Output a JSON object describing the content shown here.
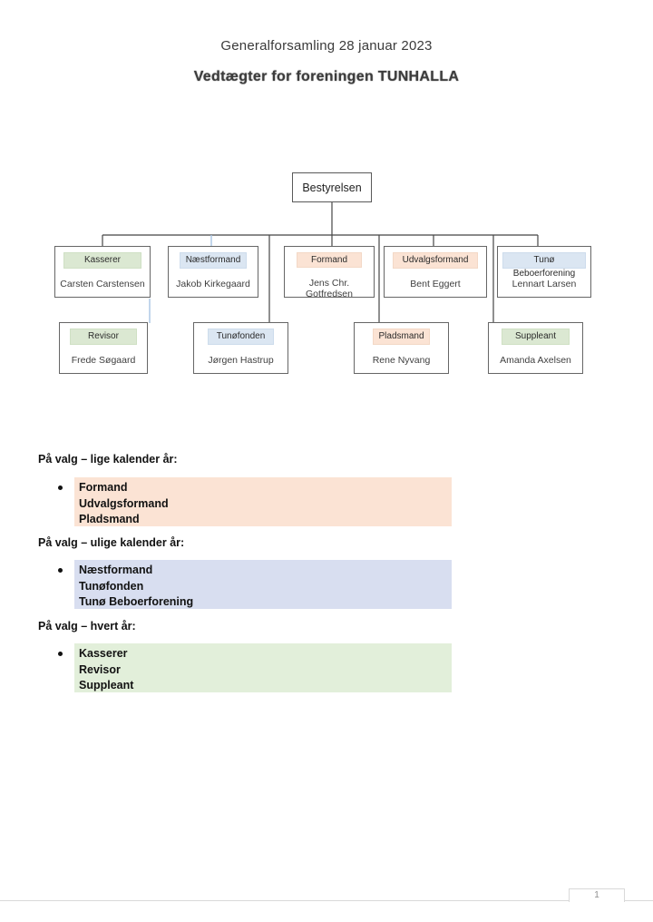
{
  "page": {
    "title": "Generalforsamling 28 januar 2023",
    "subtitle": "Vedtægter for foreningen TUNHALLA",
    "page_number": "1"
  },
  "org_chart": {
    "root": {
      "label": "Bestyrelsen"
    },
    "row1": [
      {
        "title": "Kasserer",
        "name": "Carsten Carstensen",
        "color": "#dbe8d2"
      },
      {
        "title": "Næstformand",
        "name": "Jakob Kirkegaard",
        "color": "#dbe6f2"
      },
      {
        "title": "Formand",
        "name": "Jens Chr. Gotfredsen",
        "color": "#fbe3d4"
      },
      {
        "title": "Udvalgsformand",
        "name": "Bent Eggert",
        "color": "#fbe3d4"
      },
      {
        "title": "Tunø Beboerforening",
        "name": "Lennart Larsen",
        "color": "#dbe6f2"
      }
    ],
    "row2": [
      {
        "title": "Revisor",
        "name": "Frede Søgaard",
        "color": "#dbe8d2"
      },
      {
        "title": "Tunøfonden",
        "name": "Jørgen Hastrup",
        "color": "#dbe6f2"
      },
      {
        "title": "Pladsmand",
        "name": "Rene Nyvang",
        "color": "#fbe3d4"
      },
      {
        "title": "Suppleant",
        "name": "Amanda Axelsen",
        "color": "#dbe8d2"
      }
    ]
  },
  "sections": [
    {
      "heading": "På valg – lige kalender år:",
      "items": [
        "Formand",
        "Udvalgsformand",
        "Pladsmand"
      ],
      "highlight_color": "#fbe3d4"
    },
    {
      "heading": "På valg – ulige kalender år:",
      "items": [
        "Næstformand",
        "Tunøfonden",
        "Tunø Beboerforening"
      ],
      "highlight_color": "#d8def0"
    },
    {
      "heading": "På valg – hvert år:",
      "items": [
        "Kasserer",
        "Revisor",
        "Suppleant"
      ],
      "highlight_color": "#e2efda"
    }
  ],
  "colors": {
    "band_green": "#dbe8d2",
    "band_blue": "#dbe6f2",
    "band_peach": "#fbe3d4",
    "list_peach": "#fbe3d4",
    "list_blue": "#d8def0",
    "list_green": "#e2efda",
    "connector_dark": "#454545",
    "connector_light": "#a9c4e3",
    "footer_gray": "#d9d9d9"
  }
}
